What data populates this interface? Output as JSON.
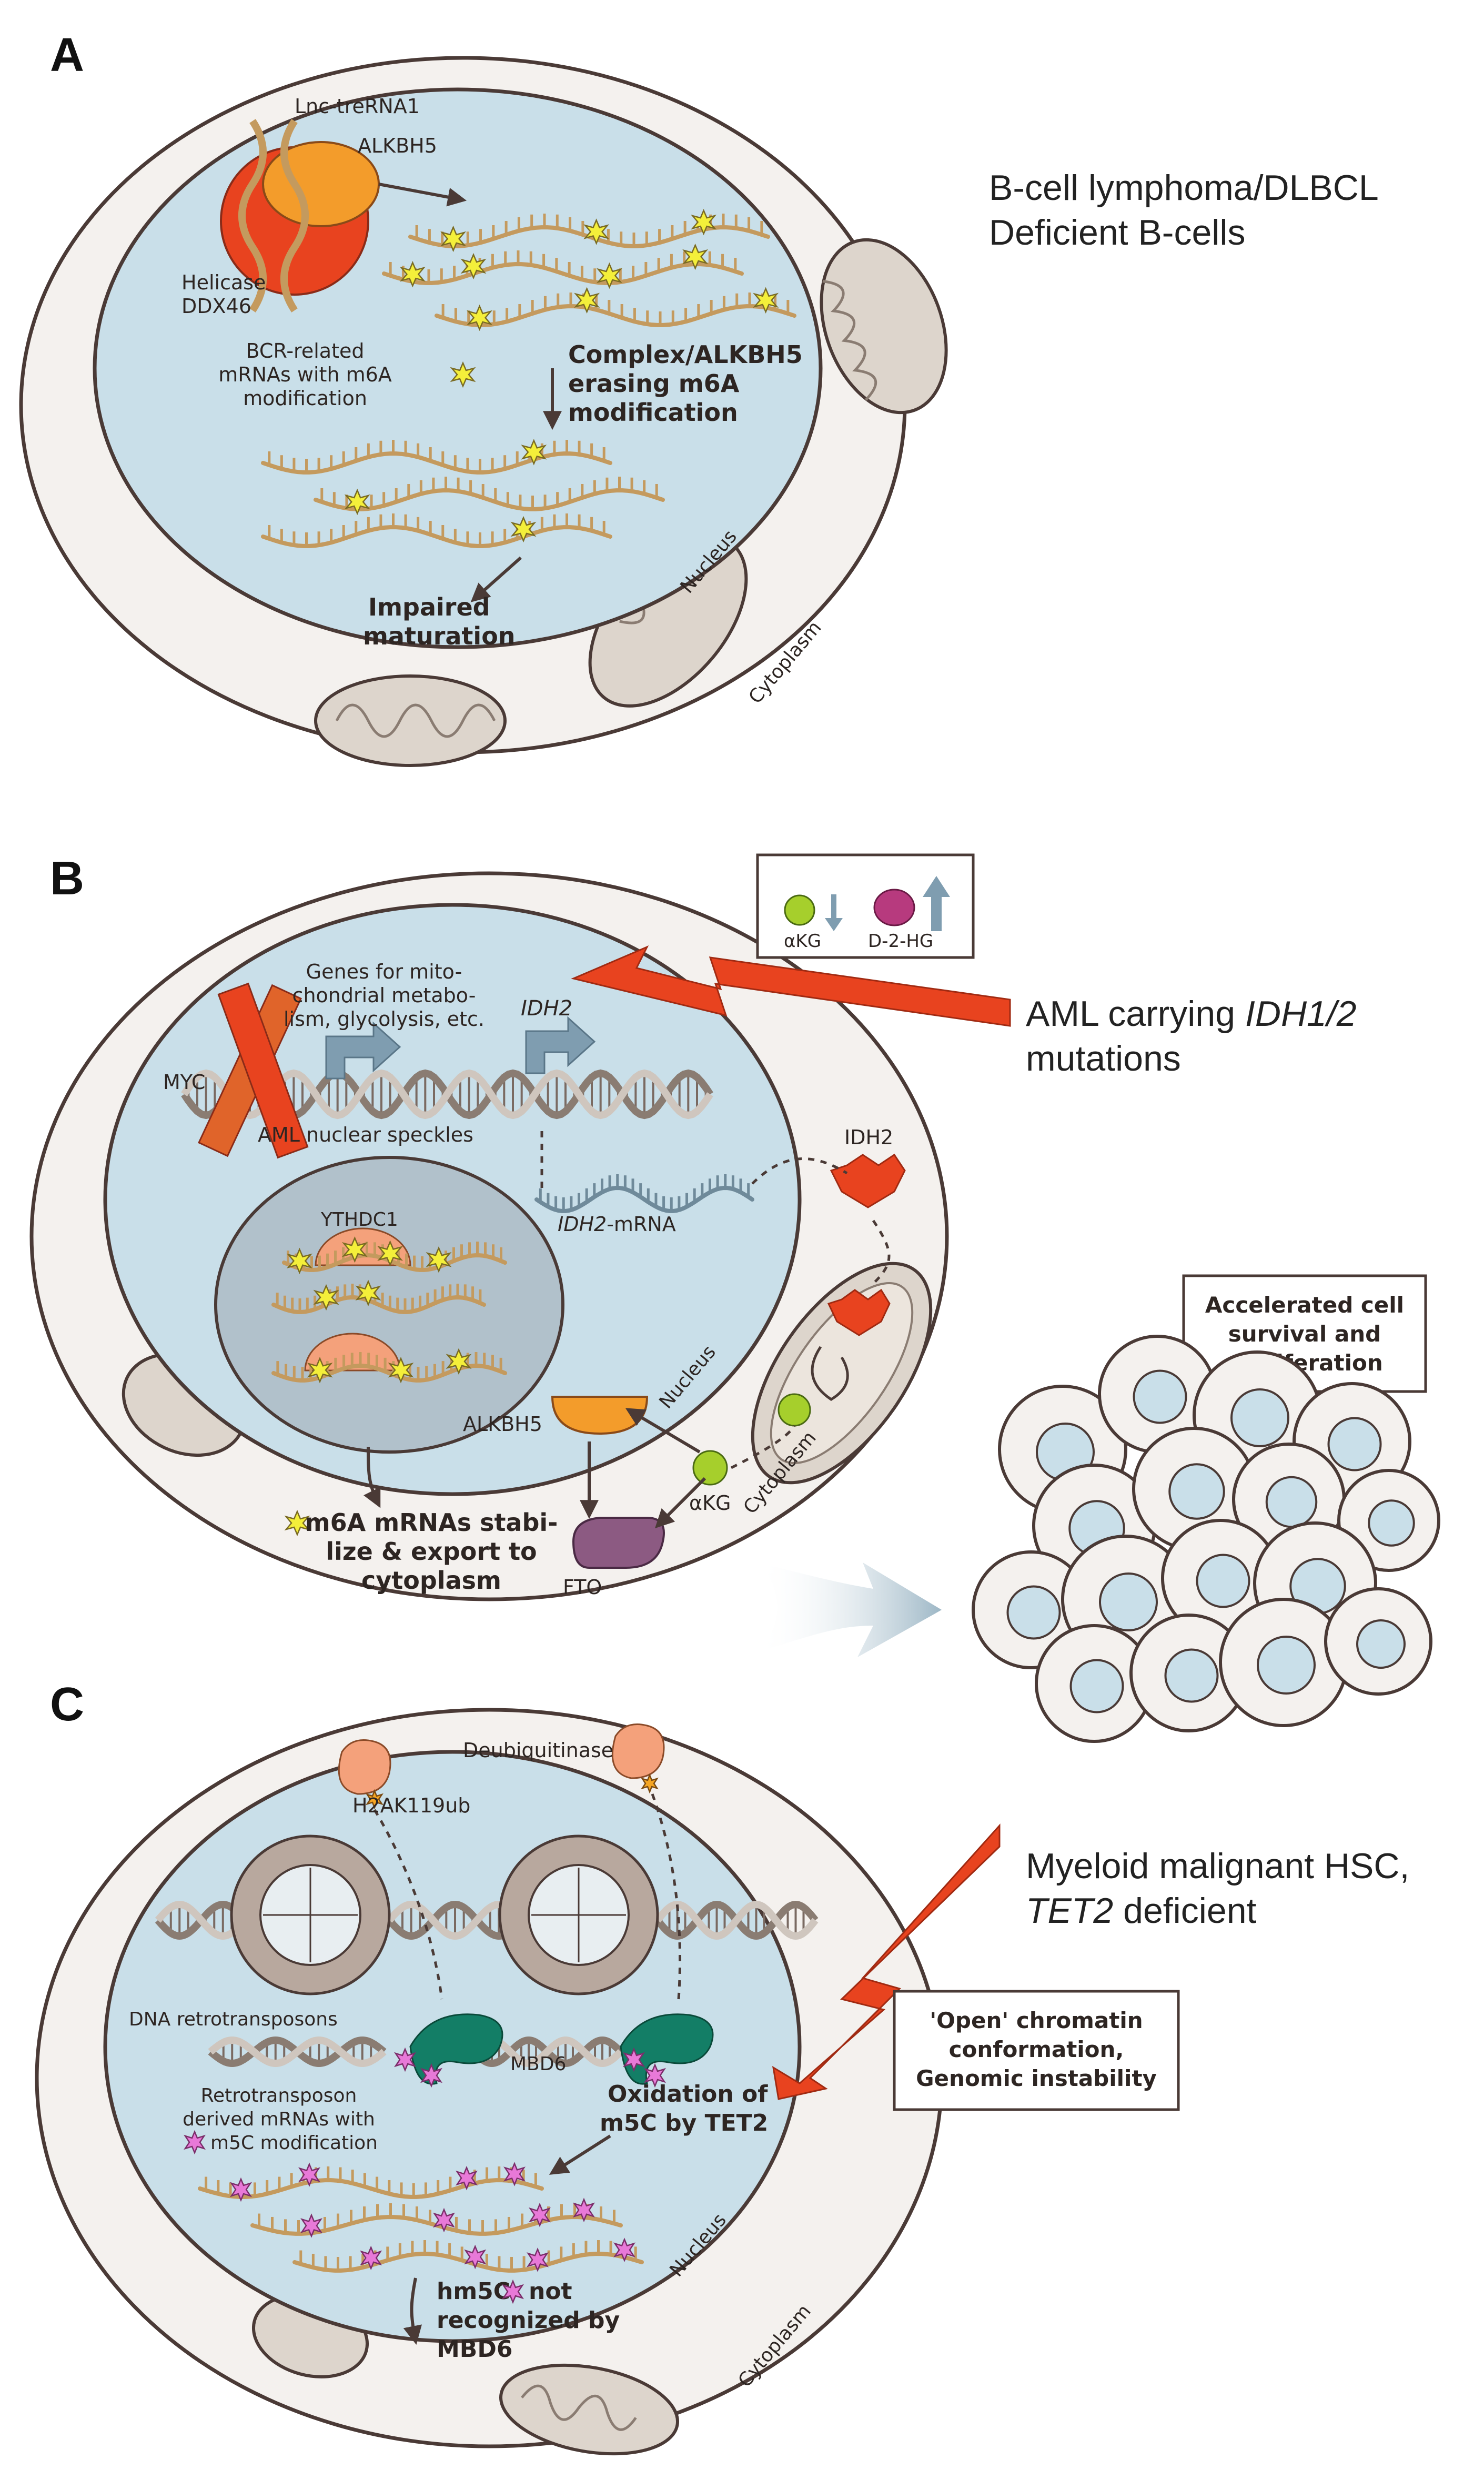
{
  "panels": {
    "a": {
      "letter": "A",
      "side_title_line1": "B-cell lymphoma/DLBCL",
      "side_title_line2": "Deficient B-cells",
      "lnc": "Lnc-treRNA1",
      "alkbh5": "ALKBH5",
      "helicase_line1": "Helicase",
      "helicase_line2": "DDX46",
      "bcr_line1": "BCR-related",
      "bcr_line2": "mRNAs with m6A",
      "bcr_line3": "modification",
      "complex_line1": "Complex/ALKBH5",
      "complex_line2": "erasing m6A",
      "complex_line3": "modification",
      "impaired_line1": "Impaired",
      "impaired_line2": "maturation",
      "nucleus": "Nucleus",
      "cytoplasm": "Cytoplasm"
    },
    "b": {
      "letter": "B",
      "legend_akg": "αKG",
      "legend_d2hg": "D-2-HG",
      "aml_line1_prefix": "AML carrying ",
      "aml_line1_italic": "IDH1/2",
      "aml_line2": "mutations",
      "genes_line1": "Genes for mito-",
      "genes_line2": "chondrial metabo-",
      "genes_line3": "lism, glycolysis, etc.",
      "idh2_gene": "IDH2",
      "myc": "MYC",
      "speckles": "AML nuclear speckles",
      "ythdc1": "YTHDC1",
      "mrna_italic": "IDH2",
      "mrna_suffix": "-mRNA",
      "idh2_protein": "IDH2",
      "alkbh5": "ALKBH5",
      "akg": "αKG",
      "fto": "FTO",
      "nucleus": "Nucleus",
      "cytoplasm": "Cytoplasm",
      "export_line1": "m6A mRNAs stabi-",
      "export_line2": "lize & export to",
      "export_line3": "cytoplasm",
      "accel_line1": "Accelerated cell",
      "accel_line2": "survival and",
      "accel_line3": "proliferation"
    },
    "c": {
      "letter": "C",
      "deubiq": "Deubiquitinase",
      "h2ak": "H2AK119ub",
      "dna_retro": "DNA retrotransposons",
      "mbd6": "MBD6",
      "retro_line1": "Retrotransposon",
      "retro_line2": "derived mRNAs with",
      "retro_line3": "m5C modification",
      "oxid_line1": "Oxidation of",
      "oxid_line2": "m5C by TET2",
      "hm5c_line1_a": "hm5C",
      "hm5c_line1_b": "not",
      "hm5c_line2": "recognized by",
      "hm5c_line3": "MBD6",
      "nucleus": "Nucleus",
      "cytoplasm": "Cytoplasm",
      "myeloid_line1": "Myeloid malignant HSC,",
      "myeloid_line2_italic": "TET2",
      "myeloid_line2_suffix": " deficient",
      "open_line1": "'Open' chromatin",
      "open_line2": "conformation,",
      "open_line3": "Genomic instability"
    }
  },
  "colors": {
    "nucleus_fill": "#c9dfe9",
    "cell_fill": "#f4f1ee",
    "outline": "#4a3a36",
    "rna": "#c49a5e",
    "m6a_star": "#f4ef3a",
    "m5c_star": "#e879d8",
    "red_arrow": "#e8431f",
    "alkbh5": "#f39c2b",
    "fto": "#8c5a82",
    "idh2": "#e8431f",
    "akg": "#a6cf2c",
    "d2hg": "#b73a7e",
    "mbd6": "#137e66",
    "deubiq": "#f4a17b",
    "speckle_fill": "#b1c1cb"
  },
  "icons": {
    "rna": "rna-strand-icon",
    "dna": "dna-helix-icon",
    "star": "modification-star-icon",
    "mito": "mitochondrion-icon",
    "nucleosome": "nucleosome-icon",
    "bolt": "lightning-arrow-icon"
  }
}
